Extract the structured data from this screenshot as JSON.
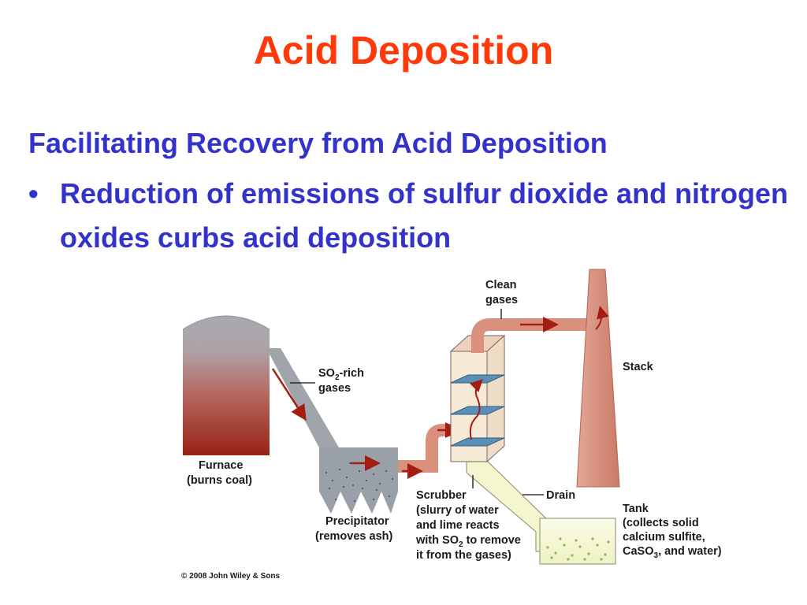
{
  "slide": {
    "title": "Acid Deposition",
    "subheading": "Facilitating Recovery from Acid Deposition",
    "bullet": "Reduction of emissions of sulfur dioxide and nitrogen oxides curbs acid deposition"
  },
  "diagram": {
    "labels": {
      "clean_gases": [
        "Clean",
        "gases"
      ],
      "so2_rich": {
        "pre": "SO",
        "sub": "2",
        "post": "-rich",
        "line2": "gases"
      },
      "stack": "Stack",
      "furnace": [
        "Furnace",
        "(burns coal)"
      ],
      "precipitator": [
        "Precipitator",
        "(removes ash)"
      ],
      "scrubber": {
        "line1": "Scrubber",
        "line2": "(slurry of water",
        "line3": "and lime reacts",
        "line4_pre": "with SO",
        "line4_sub": "2",
        "line4_post": " to remove",
        "line5": "it from the gases)"
      },
      "drain": "Drain",
      "tank": {
        "line1": "Tank",
        "line2": "(collects solid",
        "line3": "calcium sulfite,",
        "line4_pre": "CaSO",
        "line4_sub": "3",
        "line4_post": ", and water)"
      }
    },
    "copyright": "© 2008 John Wiley & Sons",
    "colors": {
      "title": "#ff3a0a",
      "text": "#3333cc",
      "gas_pipe": "#d9907d",
      "arrow": "#a51d12",
      "furnace_top": "#9fa5ab",
      "furnace_bottom": "#9a2418",
      "tray": "#5c8fb8",
      "slurry": "#f4f6d0"
    }
  }
}
